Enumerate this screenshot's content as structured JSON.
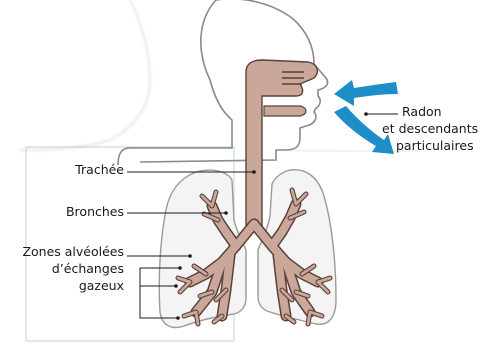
{
  "labels": {
    "trachea": "Trachée",
    "bronchi": "Bronches",
    "alveoli_line1": "Zones alvéolées",
    "alveoli_line2": "d’échanges",
    "alveoli_line3": "gazeux",
    "radon_line1": "Radon",
    "radon_line2": "et descendants",
    "radon_line3": "particulaires"
  },
  "colors": {
    "airway_fill": "#c9a89a",
    "airway_stroke": "#5b4038",
    "body_outline": "#8a8a8a",
    "arrow_blue": "#1e8ec9",
    "box_border": "#b9d3df"
  }
}
